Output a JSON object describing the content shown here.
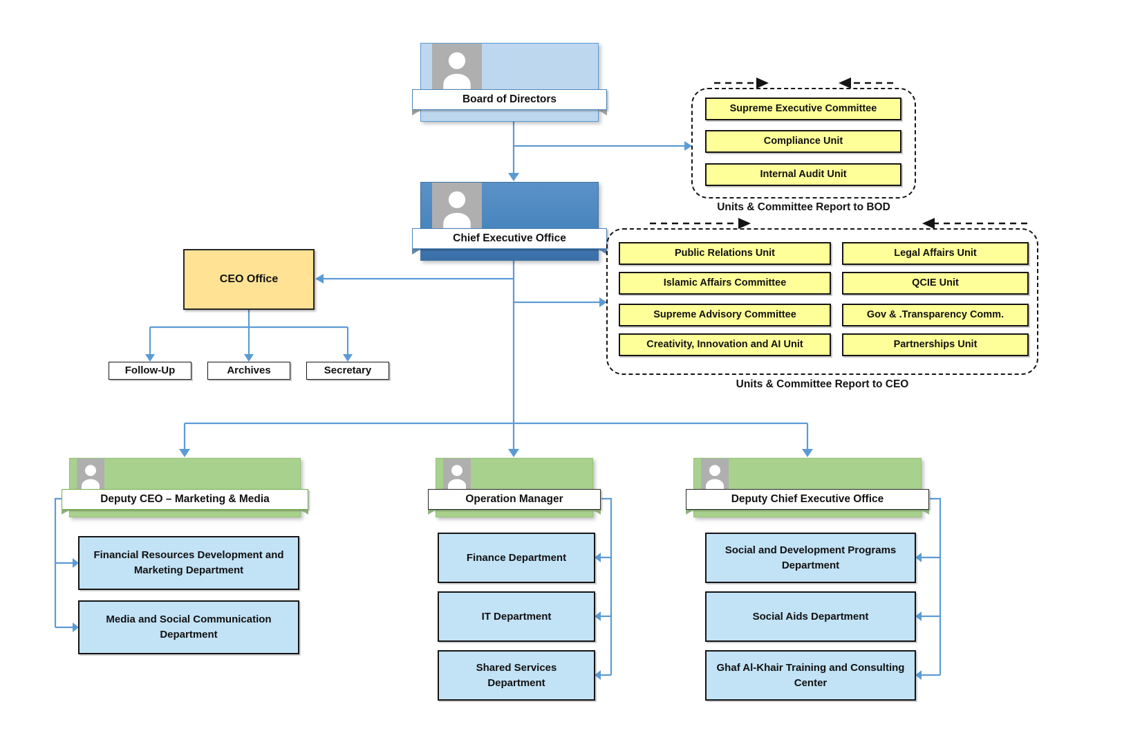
{
  "colors": {
    "connector": "#5B9BD5",
    "card-blue-light": "#BDD7EE",
    "card-blue-dark": "#4A86BE",
    "card-green": "#A9D18E",
    "box-yellow": "#FFFF99",
    "box-dept-blue": "#C2E2F5",
    "box-gold": "#FFE294",
    "photo-gray": "#AFAFAF"
  },
  "nodes": {
    "board": "Board of Directors",
    "ceo": "Chief Executive Office",
    "ceo_office": "CEO Office",
    "follow_up": "Follow-Up",
    "archives": "Archives",
    "secretary": "Secretary"
  },
  "bod_units": {
    "caption": "Units & Committee Report to BOD",
    "items": [
      "Supreme Executive Committee",
      "Compliance Unit",
      "Internal Audit Unit"
    ]
  },
  "ceo_units": {
    "caption": "Units & Committee Report to CEO",
    "left": [
      "Public Relations Unit",
      "Islamic Affairs Committee",
      "Supreme Advisory Committee",
      "Creativity, Innovation and AI Unit"
    ],
    "right": [
      "Legal Affairs Unit",
      "QCIE Unit",
      "Gov & .Transparency Comm.",
      "Partnerships Unit"
    ]
  },
  "branches": {
    "marketing": {
      "title": "Deputy CEO – Marketing & Media",
      "departments": [
        "Financial Resources Development and Marketing Department",
        "Media and Social Communication Department"
      ]
    },
    "operations": {
      "title": "Operation Manager",
      "departments": [
        "Finance Department",
        "IT Department",
        "Shared Services Department"
      ]
    },
    "deputy": {
      "title": "Deputy Chief Executive Office",
      "departments": [
        "Social and Development Programs Department",
        "Social Aids Department",
        "Ghaf Al-Khair Training and Consulting Center"
      ]
    }
  }
}
